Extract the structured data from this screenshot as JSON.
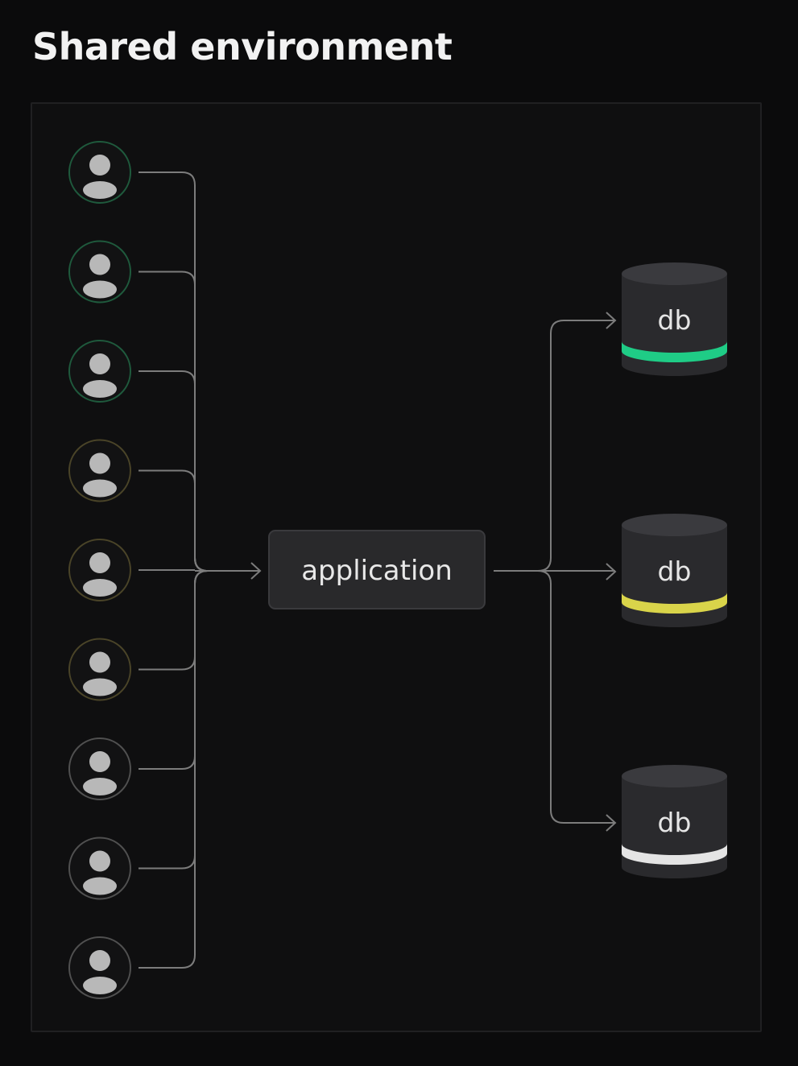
{
  "title": "Shared environment",
  "application": {
    "label": "application"
  },
  "users": [
    {
      "ring_color": "#1f5a3d"
    },
    {
      "ring_color": "#1f5a3d"
    },
    {
      "ring_color": "#1f5a3d"
    },
    {
      "ring_color": "#4a4428"
    },
    {
      "ring_color": "#4a4428"
    },
    {
      "ring_color": "#4a4428"
    },
    {
      "ring_color": "#505050"
    },
    {
      "ring_color": "#505050"
    },
    {
      "ring_color": "#505050"
    }
  ],
  "databases": [
    {
      "label": "db",
      "band_color": "#1fcc86"
    },
    {
      "label": "db",
      "band_color": "#d9d44a"
    },
    {
      "label": "db",
      "band_color": "#e4e4e4"
    }
  ],
  "colors": {
    "background": "#0b0b0c",
    "panel": "#0f0f10",
    "connector": "#7c7c7c",
    "avatar": "#b8b8b8"
  }
}
